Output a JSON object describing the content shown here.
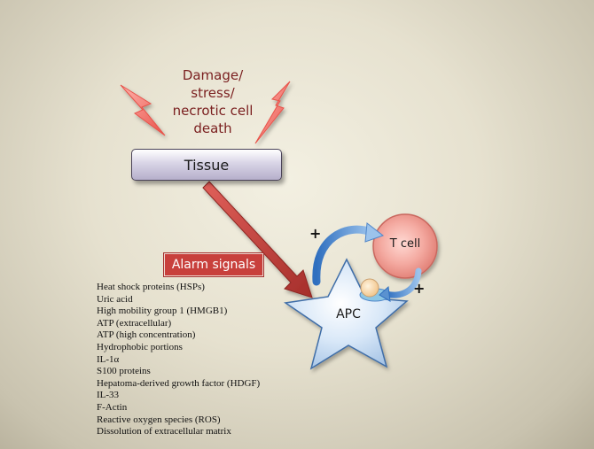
{
  "damage_label_lines": [
    "Damage/",
    "stress/",
    "necrotic cell",
    "death"
  ],
  "tissue_label": "Tissue",
  "alarm_label": "Alarm signals",
  "alarm_signals": [
    "Heat shock proteins (HSPs)",
    "Uric acid",
    "High mobility group 1 (HMGB1)",
    "ATP (extracellular)",
    "ATP (high concentration)",
    "Hydrophobic portions",
    "IL-1α",
    "S100 proteins",
    "Hepatoma-derived growth factor (HDGF)",
    "IL-33",
    "F-Actin",
    "Reactive oxygen species (ROS)",
    "Dissolution of extracellular matrix"
  ],
  "apc_label": "APC",
  "tcell_label": "T cell",
  "plus_sign": "+",
  "colors": {
    "lightning": "#f0726a",
    "arrow": "#c0403a",
    "alarm_box": "#c8403c",
    "damage_text": "#7a1f1f",
    "tcell": "#f2a79e",
    "star": "#cfe2f6",
    "curved_arrow": "#4f86c9"
  },
  "icons": [
    "lightning-bolt-icon",
    "lightning-bolt-icon",
    "arrow-icon",
    "star-icon",
    "circle-icon",
    "curved-arrow-icon",
    "curved-arrow-icon"
  ]
}
